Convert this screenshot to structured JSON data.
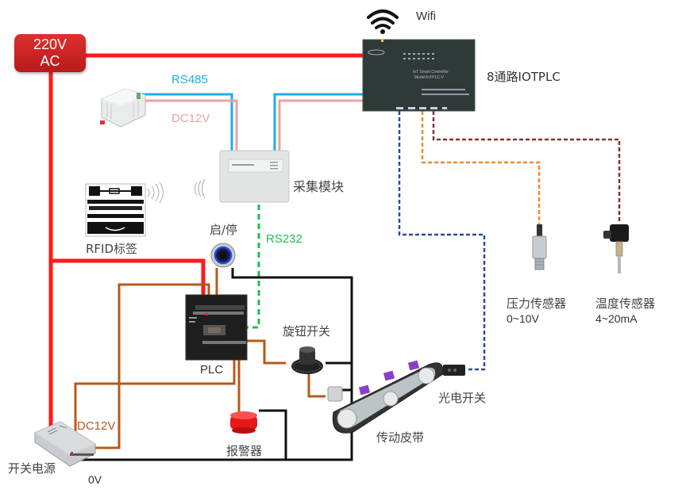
{
  "title": "IOTPLC conveyor control wiring diagram",
  "power": {
    "ac_source": {
      "line1": "220V",
      "line2": "AC"
    },
    "psu_label": "开关电源",
    "dc_label": "DC12V",
    "zero_label": "0V"
  },
  "iotplc": {
    "label": "8通路IOTPLC",
    "device_text_line1": "IoT Smart Controller",
    "device_text_line2": "Model:IoTPLC-V",
    "wifi_label": "Wifi"
  },
  "acquisition": {
    "label": "采集模块",
    "rs485_label": "RS485",
    "dc12v_label": "DC12V",
    "rs232_label": "RS232"
  },
  "rfid": {
    "label": "RFID标签"
  },
  "start_stop": {
    "label": "启/停"
  },
  "plc": {
    "label": "PLC"
  },
  "knob_switch": {
    "label": "旋钮开关"
  },
  "alarm": {
    "label": "报警器"
  },
  "conveyor": {
    "label": "传动皮带"
  },
  "photo_switch": {
    "label": "光电开关"
  },
  "pressure_sensor": {
    "label": "压力传感器",
    "range": "0~10V"
  },
  "temperature_sensor": {
    "label": "温度传感器",
    "range": "4~20mA"
  },
  "colors": {
    "ac_wire": "#ff1a1a",
    "rs485_wire": "#1aaee8",
    "dc12v_pink_wire": "#f0a0a0",
    "dc12v_brown_wire": "#b8581a",
    "zero_wire": "#111111",
    "rs232_wire": "#22bb55",
    "photo_signal_wire": "#2a4a9a",
    "pressure_signal_wire": "#f08a30",
    "temp_signal_wire": "#8a3030"
  }
}
